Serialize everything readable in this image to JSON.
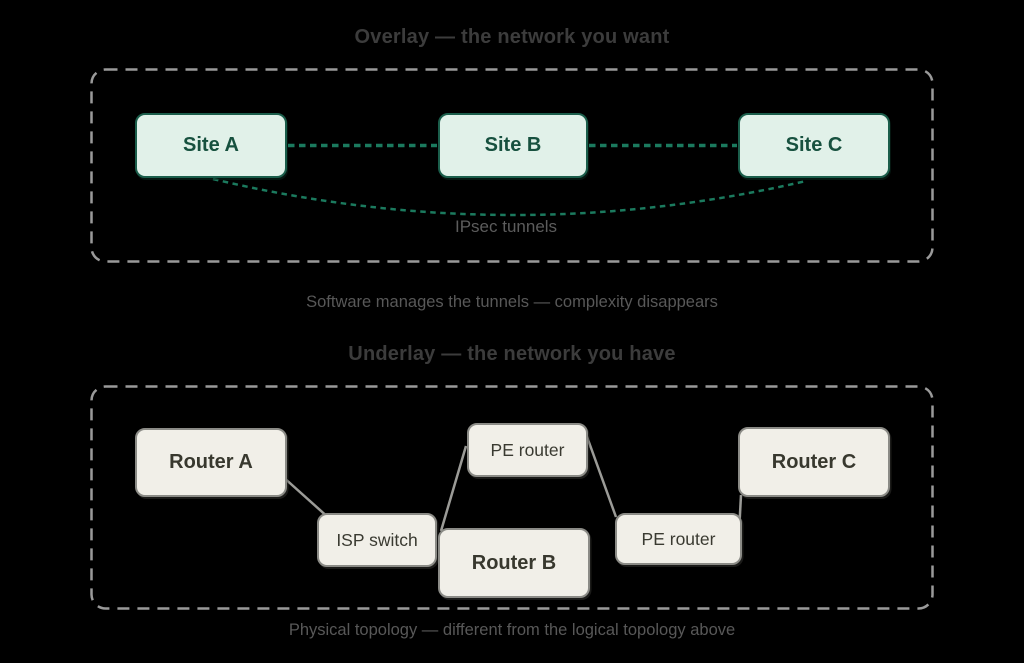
{
  "overlay": {
    "title": "Overlay — the network you want",
    "caption": "Software manages the tunnels — complexity disappears",
    "tunnel_label": "IPsec tunnels",
    "nodes": [
      {
        "id": "site-a",
        "label": "Site A"
      },
      {
        "id": "site-b",
        "label": "Site B"
      },
      {
        "id": "site-c",
        "label": "Site C"
      }
    ],
    "colors": {
      "node_fill": "#e1f1e9",
      "node_border": "#1b5e4b",
      "node_text": "#17513f",
      "link": "#1b7a5e"
    }
  },
  "underlay": {
    "title": "Underlay — the network you have",
    "caption": "Physical topology — different from the logical topology above",
    "nodes": [
      {
        "id": "router-a",
        "label": "Router A"
      },
      {
        "id": "isp-switch",
        "label": "ISP switch"
      },
      {
        "id": "pe-router-1",
        "label": "PE router"
      },
      {
        "id": "router-b",
        "label": "Router B"
      },
      {
        "id": "pe-router-2",
        "label": "PE router"
      },
      {
        "id": "router-c",
        "label": "Router C"
      }
    ],
    "colors": {
      "node_fill": "#f1efe8",
      "node_border": "#8b8b86",
      "node_text": "#3a3a31",
      "link": "#9b9b97"
    }
  },
  "frame": {
    "color": "#9a9a9a"
  },
  "background": "#000000",
  "text_colors": {
    "title": "#3c3c3c",
    "caption": "#585858"
  }
}
